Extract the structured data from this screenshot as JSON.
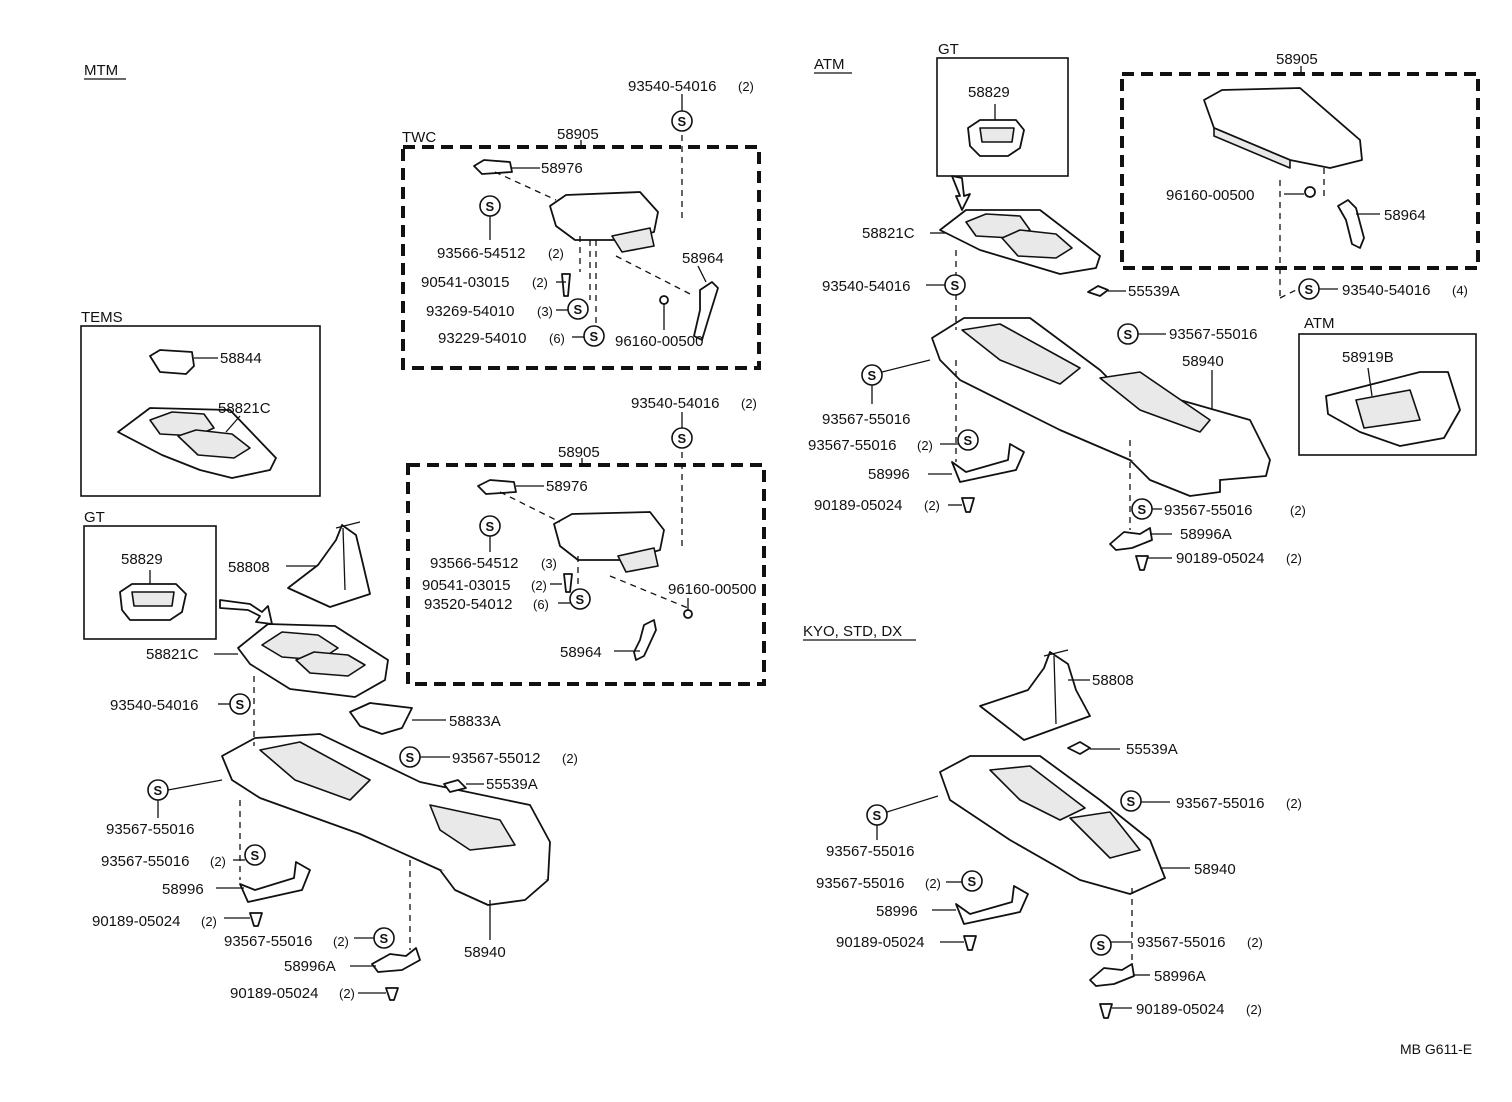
{
  "sections": {
    "mtm": "MTM",
    "atm": "ATM",
    "kyo": "KYO, STD, DX",
    "twc": "TWC",
    "tems": "TEMS",
    "gt_left": "GT",
    "gt_right": "GT",
    "atm_inset": "ATM"
  },
  "symbol_s": "S",
  "code": "MB G611-E",
  "labels": {
    "p01": "93540-54016",
    "q01": "(2)",
    "p02": "58905",
    "p03": "58976",
    "p04": "93566-54512",
    "q04": "(2)",
    "p05": "58964",
    "p06": "90541-03015",
    "q06": "(2)",
    "p07": "93269-54010",
    "q07": "(3)",
    "p08": "93229-54010",
    "q08": "(6)",
    "p09": "96160-00500",
    "p10": "58844",
    "p11": "58821C",
    "p12": "58829",
    "p13": "58808",
    "p14": "58821C",
    "p15": "93540-54016",
    "p16": "58833A",
    "p17": "93567-55012",
    "q17": "(2)",
    "p18": "55539A",
    "p19": "93567-55016",
    "p20": "93567-55016",
    "q20": "(2)",
    "p21": "58996",
    "p22": "90189-05024",
    "q22": "(2)",
    "p23": "93567-55016",
    "q23": "(2)",
    "p24": "58996A",
    "p25": "90189-05024",
    "q25": "(2)",
    "p26": "58940",
    "p27": "93540-54016",
    "q27": "(2)",
    "p28": "58905",
    "p29": "58976",
    "p30": "93566-54512",
    "q30": "(3)",
    "p31": "90541-03015",
    "q31": "(2)",
    "p32": "93520-54012",
    "q32": "(6)",
    "p33": "96160-00500",
    "p34": "58964",
    "p35": "58829",
    "p36": "58821C",
    "p37": "93540-54016",
    "p38": "58905",
    "p39": "96160-00500",
    "p40": "58964",
    "p41": "93540-54016",
    "q41": "(4)",
    "p42": "55539A",
    "p43": "93567-55016",
    "p44": "58940",
    "p45": "58919B",
    "p46": "93567-55016",
    "p47": "93567-55016",
    "q47": "(2)",
    "p48": "58996",
    "p49": "90189-05024",
    "q49": "(2)",
    "p50": "93567-55016",
    "q50": "(2)",
    "p51": "58996A",
    "p52": "90189-05024",
    "q52": "(2)",
    "p53": "58808",
    "p54": "55539A",
    "p55": "93567-55016",
    "q55": "(2)",
    "p56": "93567-55016",
    "p57": "58940",
    "p58": "93567-55016",
    "q58": "(2)",
    "p59": "58996",
    "p60": "90189-05024",
    "p61": "93567-55016",
    "q61": "(2)",
    "p62": "58996A",
    "p63": "90189-05024",
    "q63": "(2)"
  }
}
